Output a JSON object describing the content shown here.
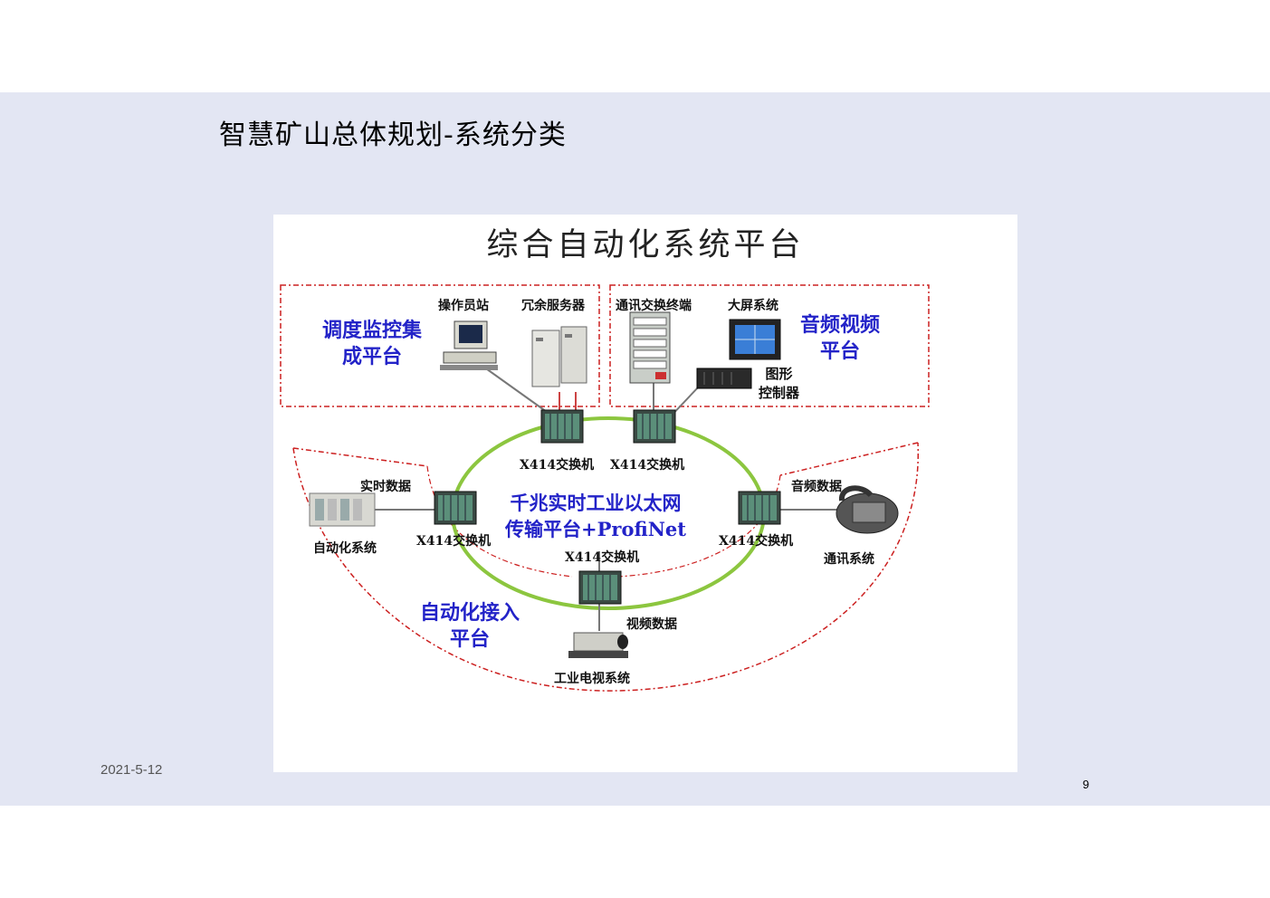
{
  "slide": {
    "title": "智慧矿山总体规划-系统分类",
    "date": "2021-5-12",
    "page_number": "9"
  },
  "diagram": {
    "title": "综合自动化系统平台",
    "dispatch_platform": [
      "调度监控集",
      "成平台"
    ],
    "av_platform": [
      "音频视频",
      "平台"
    ],
    "access_platform": [
      "自动化接入",
      "平台"
    ],
    "ring_label": [
      "千兆实时工业以太网",
      "传输平台+ProfiNet"
    ],
    "devices": {
      "operator_station": "操作员站",
      "redundant_server": "冗余服务器",
      "comm_terminal": "通讯交换终端",
      "big_screen": "大屏系统",
      "graphics_controller": [
        "图形",
        "控制器"
      ],
      "automation_system": "自动化系统",
      "comm_system": "通讯系统",
      "cctv_system": "工业电视系统"
    },
    "data_labels": {
      "realtime": "实时数据",
      "audio": "音频数据",
      "video": "视频数据"
    },
    "switches": {
      "top_left": "X414交换机",
      "top_right": "X414交换机",
      "left": "X414交换机",
      "right": "X414交换机",
      "bottom": "X414交换机"
    },
    "colors": {
      "ring": "#8cc63f",
      "dashed_border": "#cc2020",
      "platform_text": "#2323c8"
    }
  }
}
